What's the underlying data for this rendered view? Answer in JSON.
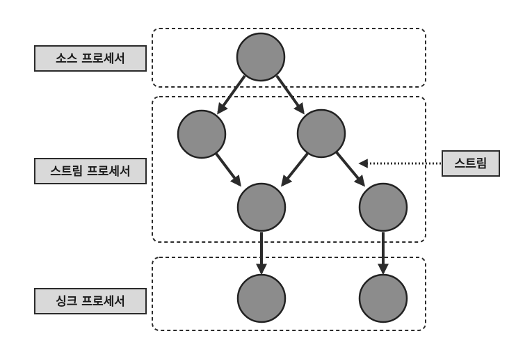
{
  "labels": {
    "source_processor": "소스 프로세서",
    "stream_processor": "스트림 프로세서",
    "sink_processor": "싱크 프로세서",
    "stream": "스트림"
  }
}
